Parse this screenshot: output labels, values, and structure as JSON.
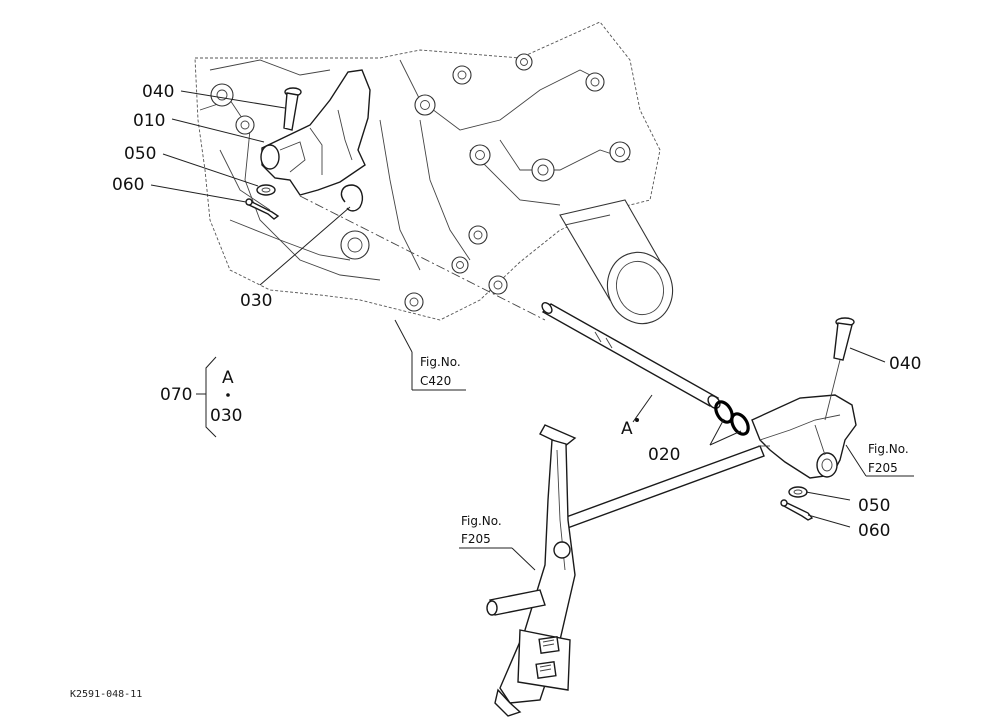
{
  "diagram": {
    "callouts": {
      "c010": "010",
      "c020": "020",
      "c030_top": "030",
      "c030_group": "030",
      "c040_left": "040",
      "c040_right": "040",
      "c050_left": "050",
      "c050_right": "050",
      "c060_left": "060",
      "c060_right": "060",
      "c070": "070",
      "group_a": "A",
      "shaft_a": "A"
    },
    "figure_refs": {
      "c420": {
        "title": "Fig.No.",
        "number": "C420"
      },
      "f205_right": {
        "title": "Fig.No.",
        "number": "F205"
      },
      "f205_left": {
        "title": "Fig.No.",
        "number": "F205"
      }
    },
    "drawing_code": "K2591-048-11"
  }
}
